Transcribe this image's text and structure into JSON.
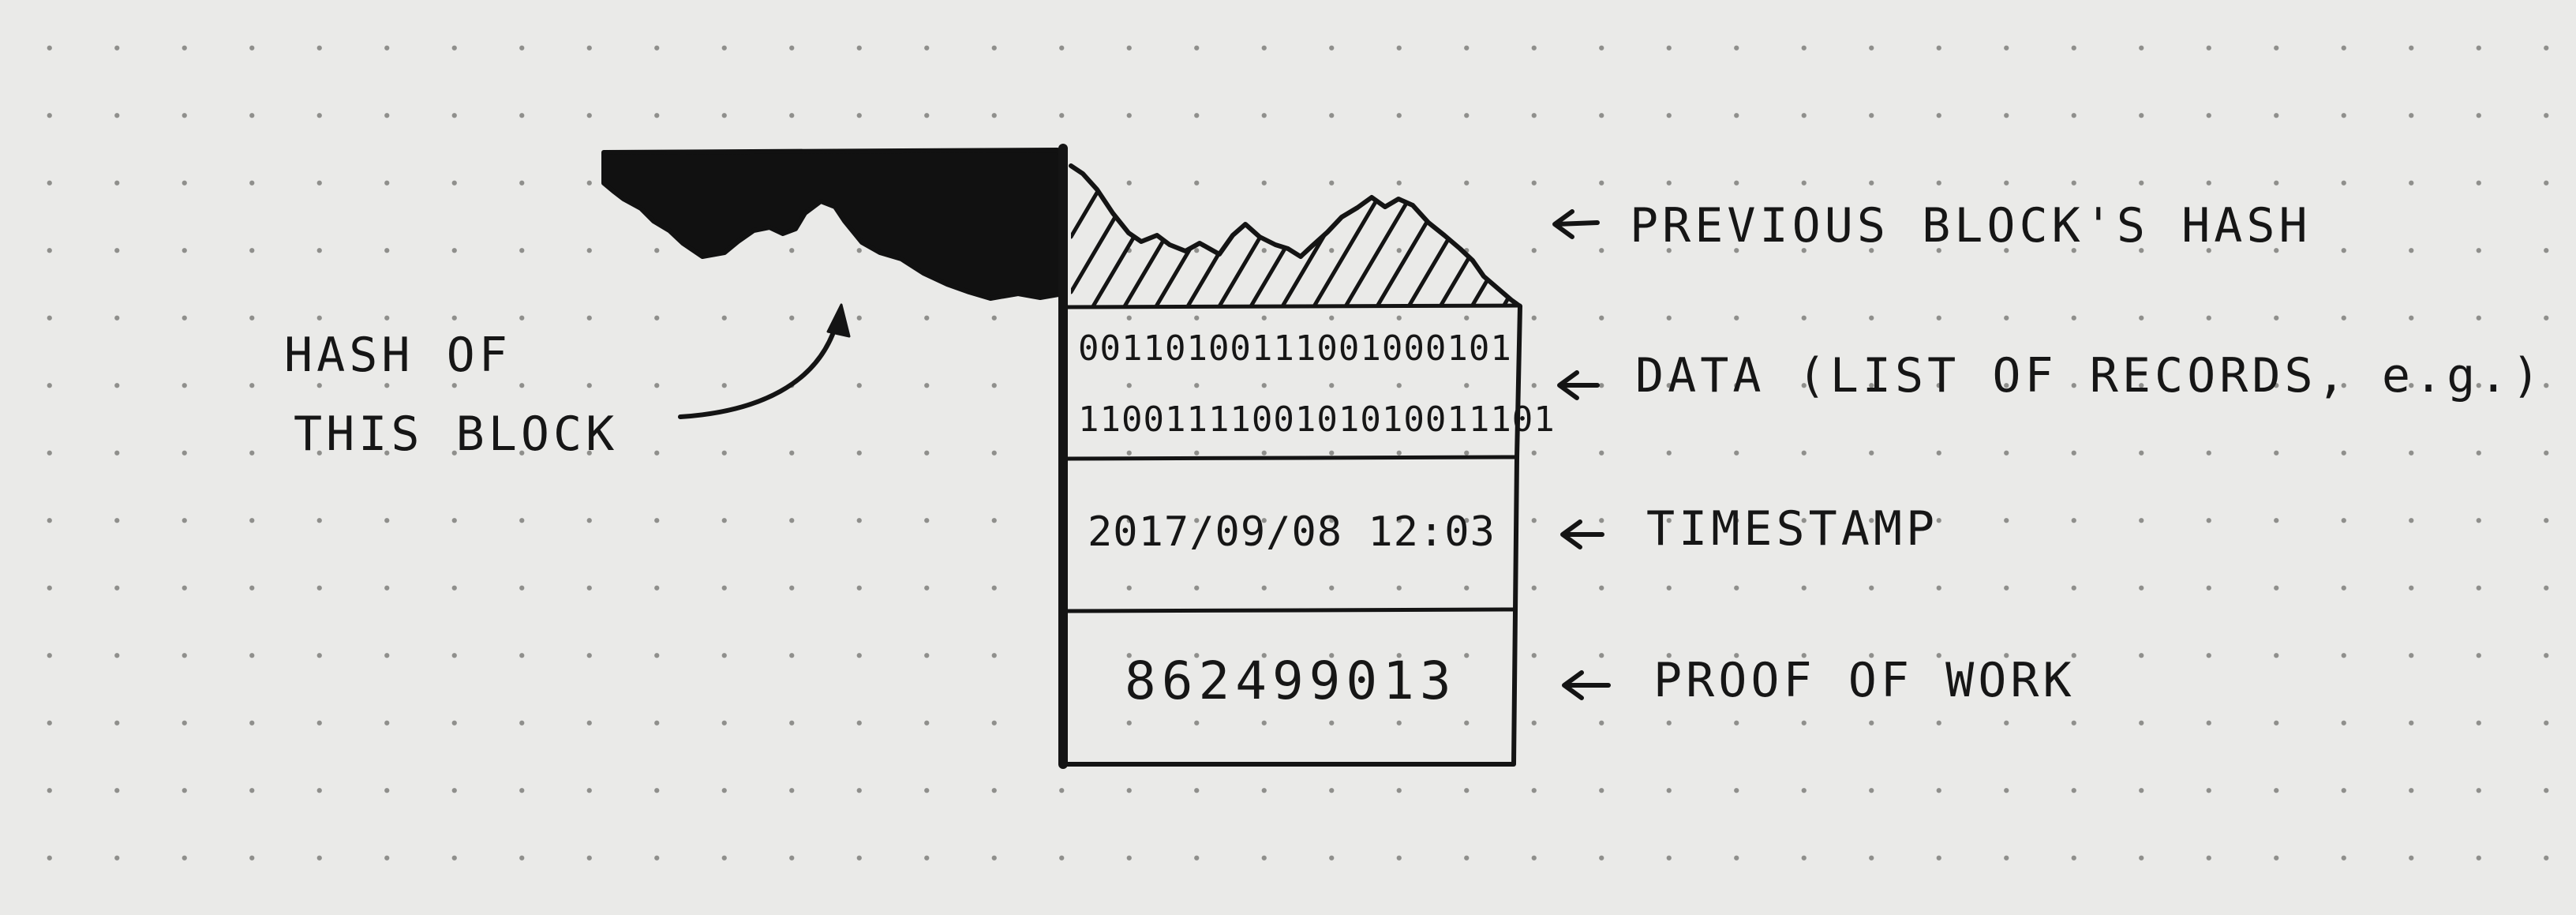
{
  "diagram": {
    "block": {
      "data_bits": [
        "00110100111001000101",
        "1100111100101010011101"
      ],
      "timestamp": "2017/09/08 12:03",
      "proof_of_work": "862499013"
    },
    "labels": {
      "previous_hash": "PREVIOUS BLOCK'S HASH",
      "data": "DATA (LIST OF RECORDS, e.g.)",
      "timestamp": "TIMESTAMP",
      "proof_of_work": "PROOF OF WORK",
      "hash_of_block_line1": "HASH OF",
      "hash_of_block_line2": "THIS BLOCK"
    },
    "colors": {
      "paper": "#eaeae8",
      "ink": "#141414",
      "dot_grid": "#8f8f8c"
    }
  }
}
